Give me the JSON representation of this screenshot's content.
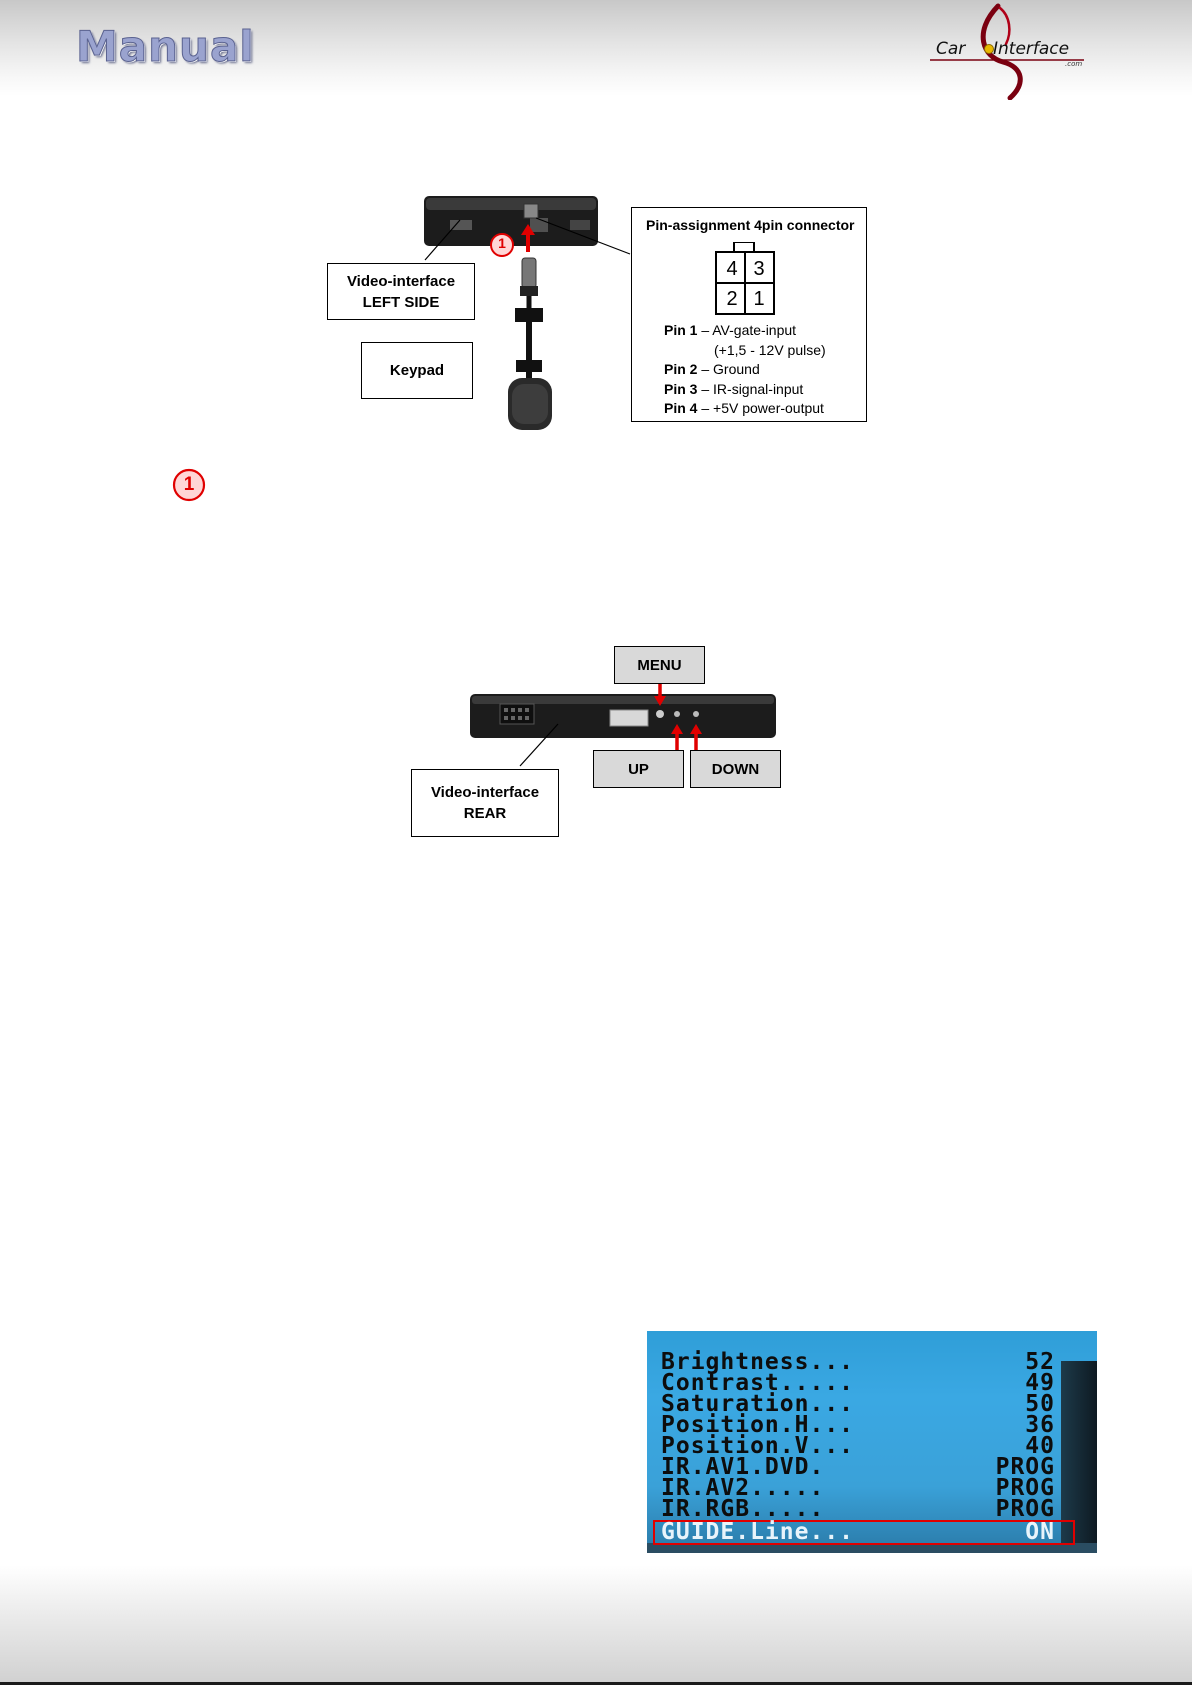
{
  "header": {
    "title": "Manual",
    "logo": {
      "part1": "Car",
      "part2": "Interface",
      "suffix": ".com"
    }
  },
  "figure1": {
    "callout_number": "1",
    "side_label_line1": "Video-interface",
    "side_label_line2": "LEFT SIDE",
    "keypad_label": "Keypad",
    "pin_box": {
      "title": "Pin-assignment 4pin connector",
      "pins_top": [
        "4",
        "3"
      ],
      "pins_bottom": [
        "2",
        "1"
      ],
      "pin1_label": "Pin 1",
      "pin1_text": " – AV-gate-input",
      "pin1_text2": "(+1,5 - 12V pulse)",
      "pin2_label": "Pin 2",
      "pin2_text": " – Ground",
      "pin3_label": "Pin 3",
      "pin3_text": " – IR-signal-input",
      "pin4_label": "Pin 4",
      "pin4_text": " – +5V power-output"
    }
  },
  "legend_callout": "1",
  "figure2": {
    "menu_label": "MENU",
    "up_label": "UP",
    "down_label": "DOWN",
    "rear_line1": "Video-interface",
    "rear_line2": "REAR"
  },
  "osd_menu": {
    "rows": [
      {
        "label": "Brightness...",
        "value": "52"
      },
      {
        "label": "Contrast.....",
        "value": "49"
      },
      {
        "label": "Saturation...",
        "value": "50"
      },
      {
        "label": "Position.H...",
        "value": "36"
      },
      {
        "label": "Position.V...",
        "value": "40"
      },
      {
        "label": "IR.AV1.DVD.",
        "value": "PROG"
      },
      {
        "label": "IR.AV2.....",
        "value": "PROG"
      },
      {
        "label": "IR.RGB.....",
        "value": "PROG"
      },
      {
        "label": "GUIDE.Line...",
        "value": "ON"
      }
    ],
    "selected_index": 8
  }
}
